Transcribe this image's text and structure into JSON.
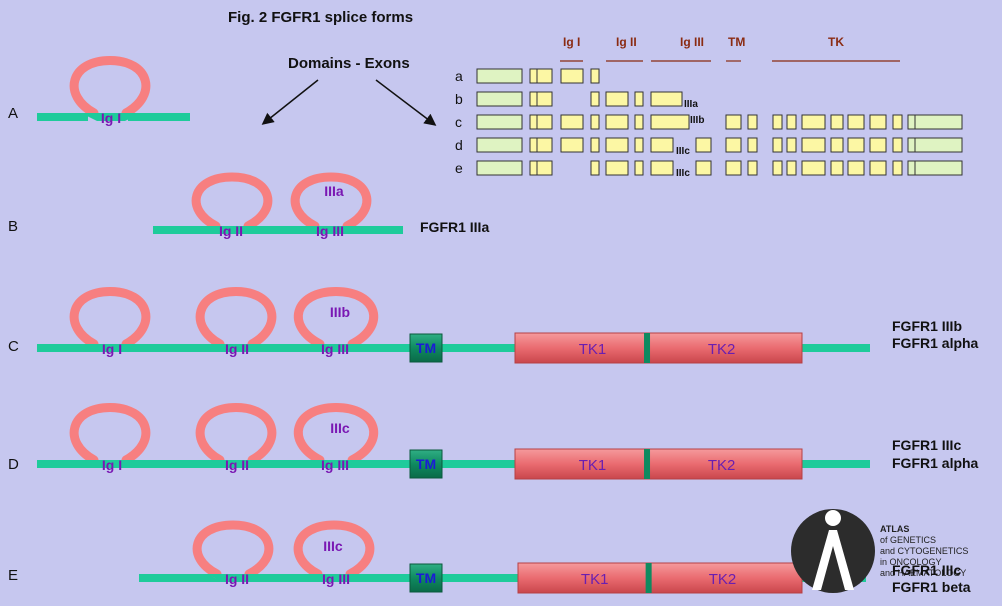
{
  "title": "Fig. 2 FGFR1 splice forms",
  "center_label": "Domains - Exons",
  "colors": {
    "background": "#c6c7ef",
    "loop": "#f77f80",
    "chain": "#1ecb9b",
    "tm": "#0f8a60",
    "tk_fill": "#ea6b70",
    "tk_divider": "#0f8a60",
    "domain_label": "#7a18b3",
    "exon_header": "#8a2b12",
    "exon_yellow": "#fcf7a4",
    "exon_green": "#dff3c2"
  },
  "exon_table": {
    "headers": [
      "Ig I",
      "Ig II",
      "Ig III",
      "TM",
      "TK"
    ],
    "rows": [
      "a",
      "b",
      "c",
      "d",
      "e"
    ],
    "annotations": [
      "IIIa",
      "IIIb",
      "IIIc",
      "IIIc"
    ]
  },
  "forms": [
    {
      "letter": "A",
      "domains": [
        "Ig I"
      ],
      "loop_labels": [],
      "names": []
    },
    {
      "letter": "B",
      "domains": [
        "Ig II",
        "Ig III"
      ],
      "loop_labels": [
        "IIIa"
      ],
      "names": [
        "FGFR1 IIIa"
      ]
    },
    {
      "letter": "C",
      "domains": [
        "Ig I",
        "Ig II",
        "Ig III"
      ],
      "loop_labels": [
        "IIIb"
      ],
      "tm": "TM",
      "tk": [
        "TK1",
        "TK2"
      ],
      "names": [
        "FGFR1 IIIb",
        "FGFR1 alpha"
      ]
    },
    {
      "letter": "D",
      "domains": [
        "Ig I",
        "Ig II",
        "Ig III"
      ],
      "loop_labels": [
        "IIIc"
      ],
      "tm": "TM",
      "tk": [
        "TK1",
        "TK2"
      ],
      "names": [
        "FGFR1 IIIc",
        "FGFR1 alpha"
      ]
    },
    {
      "letter": "E",
      "domains": [
        "Ig II",
        "Ig III"
      ],
      "loop_labels": [
        "IIIc"
      ],
      "tm": "TM",
      "tk": [
        "TK1",
        "TK2"
      ],
      "names": [
        "FGFR1 IIIc",
        "FGFR1 beta"
      ]
    }
  ],
  "logo": {
    "lines": [
      "ATLAS",
      "of GENETICS",
      "and CYTOGENETICS",
      "in ONCOLOGY",
      "and HAEMATOLOGY"
    ]
  }
}
